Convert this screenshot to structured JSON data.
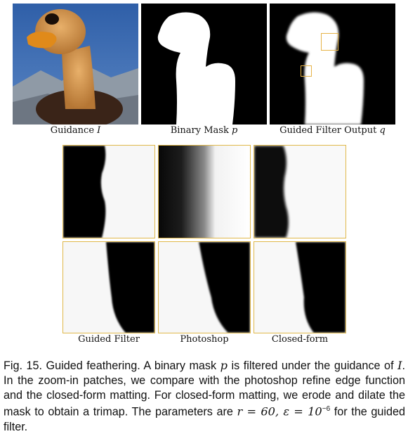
{
  "top_row": {
    "guidance": {
      "label": "Guidance",
      "symbol": "I"
    },
    "binary_mask": {
      "label": "Binary Mask",
      "symbol": "p"
    },
    "guided_output": {
      "label": "Guided Filter Output",
      "symbol": "q"
    }
  },
  "zoom_columns": {
    "col1": "Guided Filter",
    "col2": "Photoshop",
    "col3": "Closed-form"
  },
  "caption": {
    "part1": "Fig. 15. Guided feathering. A binary mask ",
    "sym_p": "p",
    "part2": " is filtered under the guidance of ",
    "sym_I": "I",
    "part3": ". In the zoom-in patches, we compare with the photoshop refine edge function and the closed-form matting. For closed-form matting, we erode and dilate the mask to obtain a trimap. The parameters are ",
    "param_r": "r = 60, ε = 10",
    "exp": "−6",
    "part4": " for the guided filter."
  }
}
